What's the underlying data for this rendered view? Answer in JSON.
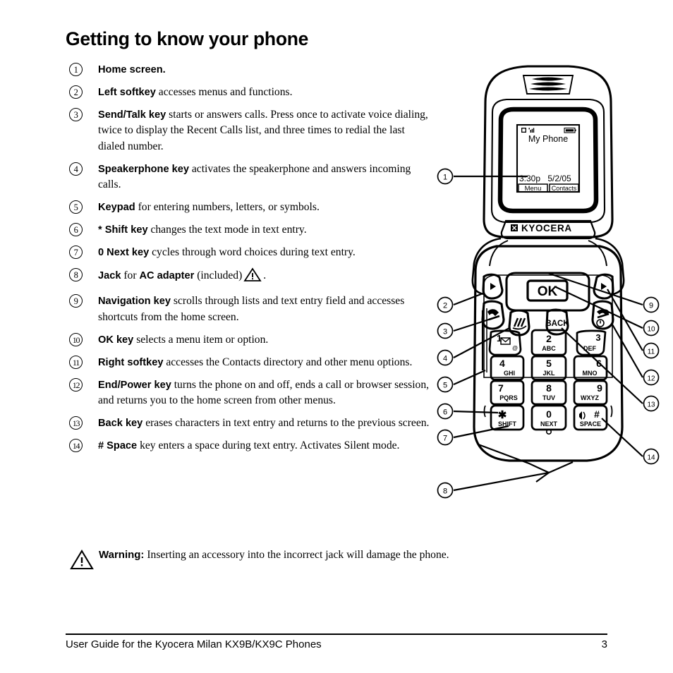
{
  "document": {
    "title": "Getting to know your phone",
    "footer_left": "User Guide for the Kyocera Milan KX9B/KX9C Phones",
    "page_number": "3"
  },
  "list": [
    {
      "num": "1",
      "lead": "Home screen.",
      "rest": ""
    },
    {
      "num": "2",
      "lead": "Left softkey",
      "rest": " accesses menus and functions."
    },
    {
      "num": "3",
      "lead": "Send/Talk key",
      "rest": " starts or answers calls. Press once to activate voice dialing, twice to display the Recent Calls list, and three times to redial the last dialed number."
    },
    {
      "num": "4",
      "lead": "Speakerphone key",
      "rest": " activates the speakerphone and answers incoming calls."
    },
    {
      "num": "5",
      "lead": "Keypad",
      "rest": " for entering numbers, letters, or symbols."
    },
    {
      "num": "6",
      "lead": "* Shift key",
      "rest": " changes the text mode in text entry."
    },
    {
      "num": "7",
      "lead": "0 Next key",
      "rest": " cycles through word choices during text entry."
    },
    {
      "num": "8",
      "lead": "Jack",
      "mid": " for ",
      "lead2": "AC adapter",
      "rest": " (included)",
      "tail": "."
    },
    {
      "num": "9",
      "lead": "Navigation key",
      "rest": " scrolls through lists and text entry field and accesses shortcuts from the home screen."
    },
    {
      "num": "10",
      "lead": "OK key",
      "rest": " selects a menu item or option."
    },
    {
      "num": "11",
      "lead": "Right softkey",
      "rest": " accesses the Contacts directory and other menu options."
    },
    {
      "num": "12",
      "lead": "End/Power key",
      "rest": " turns the phone on and off, ends a call or browser session, and returns you to the home screen from other menus."
    },
    {
      "num": "13",
      "lead": "Back key",
      "rest": " erases characters in text entry and returns to the previous screen."
    },
    {
      "num": "14",
      "lead": "# Space",
      "rest": " key enters a space during text entry. Activates Silent mode."
    }
  ],
  "warning": {
    "lead": "Warning:",
    "text": " Inserting an accessory into the incorrect jack will damage the phone."
  },
  "phone": {
    "brand": "KYOCERA",
    "screen": {
      "title": "My Phone",
      "time": "3:30p",
      "date": "5/2/05",
      "softkey_left": "Menu",
      "softkey_right": "Contacts"
    },
    "keys": {
      "ok": "OK",
      "back": "BACK",
      "k1_digit": "1",
      "k2_digit": "2",
      "k2_letters": "ABC",
      "k3_digit": "3",
      "k3_letters": "DEF",
      "k4_digit": "4",
      "k4_letters": "GHI",
      "k5_digit": "5",
      "k5_letters": "JKL",
      "k6_digit": "6",
      "k6_letters": "MNO",
      "k7_digit": "7",
      "k7_letters": "PQRS",
      "k8_digit": "8",
      "k8_letters": "TUV",
      "k9_digit": "9",
      "k9_letters": "WXYZ",
      "kstar_digit": "✱",
      "kstar_letters": "SHIFT",
      "k0_digit": "0",
      "k0_letters": "NEXT",
      "khash_digit": "#",
      "khash_letters": "SPACE"
    },
    "callouts": [
      "1",
      "2",
      "3",
      "4",
      "5",
      "6",
      "7",
      "8",
      "9",
      "10",
      "11",
      "12",
      "13",
      "14"
    ]
  }
}
